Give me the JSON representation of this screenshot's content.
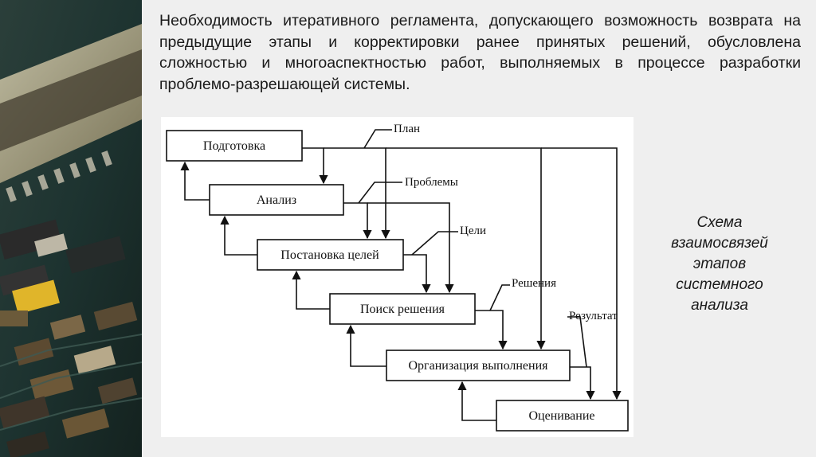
{
  "slide": {
    "heading": "Необходимость итеративного регламента, допускающего возможность возврата на предыдущие этапы и корректировки ранее принятых решений, обусловлена сложностью и многоаспектностью работ, выполняемых в процессе разработки проблемо-разрешающей системы.",
    "caption_lines": [
      "Схема",
      "взаимосвязей",
      "этапов",
      "системного",
      "анализа"
    ]
  },
  "diagram": {
    "stages": [
      "Подготовка",
      "Анализ",
      "Постановка целей",
      "Поиск решения",
      "Организация выполнения",
      "Оценивание"
    ],
    "flow_labels": [
      "План",
      "Проблемы",
      "Цели",
      "Решения",
      "Результат"
    ]
  }
}
